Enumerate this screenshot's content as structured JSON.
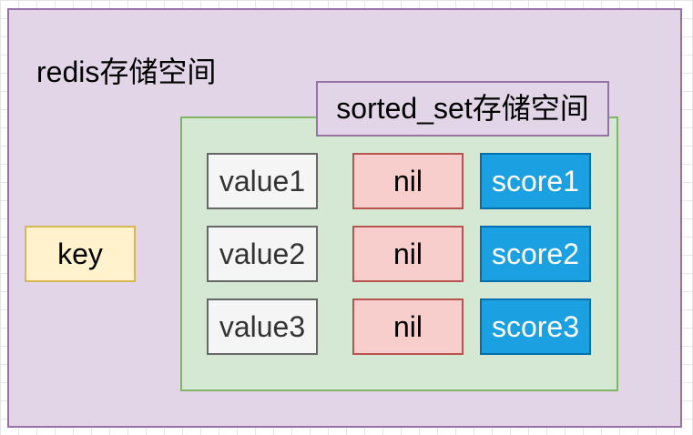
{
  "redis_space": {
    "label": "redis存储空间"
  },
  "sorted_set_space": {
    "label": "sorted_set存储空间"
  },
  "key": {
    "label": "key"
  },
  "entries": [
    {
      "value": "value1",
      "member": "nil",
      "score": "score1"
    },
    {
      "value": "value2",
      "member": "nil",
      "score": "score2"
    },
    {
      "value": "value3",
      "member": "nil",
      "score": "score3"
    }
  ],
  "colors": {
    "redis_space_fill": "#e1d5e7",
    "sorted_set_fill": "#d5e8d4",
    "key_fill": "#fff2cc",
    "value_fill": "#f5f5f5",
    "nil_fill": "#f8cecc",
    "score_fill": "#1ba1e2"
  }
}
